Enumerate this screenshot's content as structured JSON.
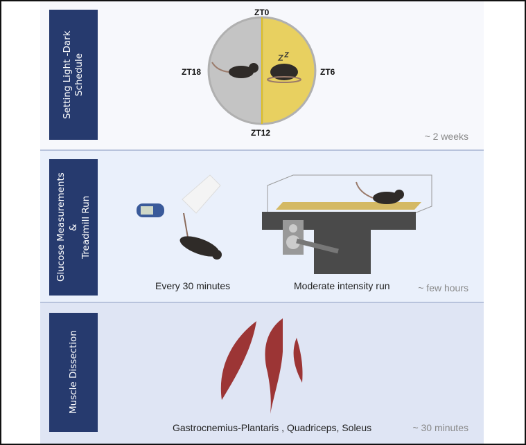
{
  "sections": [
    {
      "label_line1": "Setting Light -Dark",
      "label_line2": "Schedule",
      "duration": "~ 2 weeks",
      "clock": {
        "top": "ZT0",
        "right": "ZT6",
        "bottom": "ZT12",
        "left": "ZT18",
        "dark_color": "#c4c4c4",
        "light_color": "#e8d060"
      }
    },
    {
      "label_line1": "Glucose Measurements",
      "label_line2": "&",
      "label_line3": "Treadmill Run",
      "duration": "~ few hours",
      "captions": [
        "Every 30 minutes",
        "Moderate intensity run"
      ]
    },
    {
      "label_line1": "Muscle Dissection",
      "duration": "~ 30 minutes",
      "caption": "Gastrocnemius-Plantaris , Quadriceps, Soleus"
    }
  ]
}
